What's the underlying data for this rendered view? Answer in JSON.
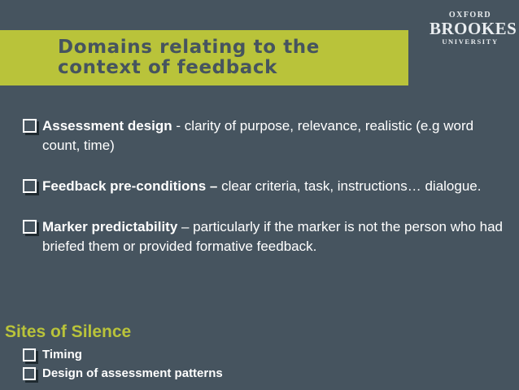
{
  "slide": {
    "title_line1": "Domains relating to the",
    "title_line2": "context of feedback",
    "logo": {
      "line1": "OXFORD",
      "line2": "BROOKES",
      "line3": "UNIVERSITY"
    },
    "bullets": [
      {
        "bold": "Assessment design",
        "text": " -  clarity of purpose, relevance, realistic (e.g word count, time)"
      },
      {
        "bold": "Feedback pre-conditions –",
        "text": " clear criteria, task, instructions… dialogue."
      },
      {
        "bold": "Marker predictability",
        "text": " – particularly if the marker is not the person who had briefed them or provided formative feedback."
      }
    ],
    "section_title": "Sites of Silence",
    "sub_items": [
      "Timing",
      "Design of assessment patterns"
    ],
    "colors": {
      "background": "#46545f",
      "accent": "#b9c33a",
      "text": "#ffffff"
    }
  }
}
